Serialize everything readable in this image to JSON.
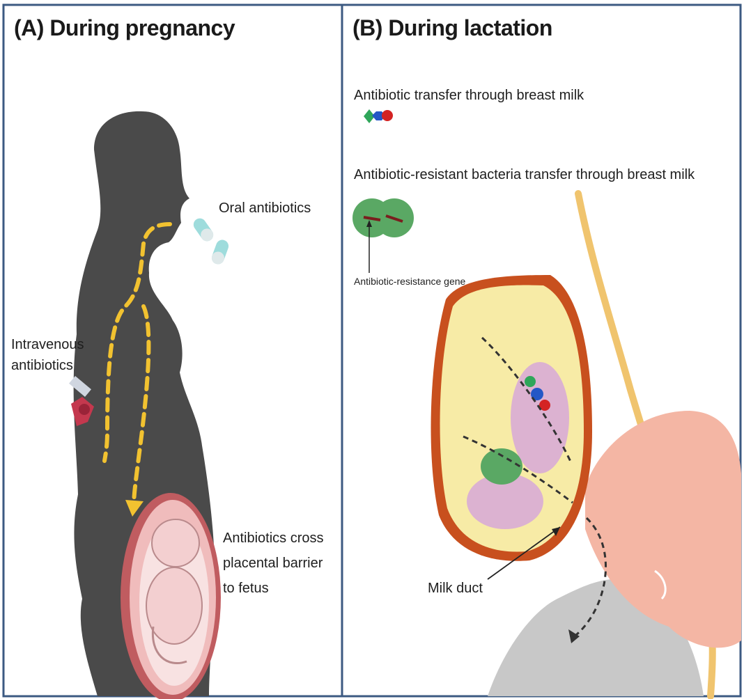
{
  "panels": {
    "pregnancy": {
      "title": "(A) During pregnancy",
      "labels": {
        "oral": "Oral antibiotics",
        "iv_line1": "Intravenous",
        "iv_line2": "antibiotics",
        "cross_line1": "Antibiotics cross",
        "cross_line2": "placental barrier",
        "cross_line3": "to fetus"
      }
    },
    "lactation": {
      "title": "(B) During lactation",
      "labels": {
        "transfer_milk": "Antibiotic transfer through breast milk",
        "resistant_transfer": "Antibiotic-resistant bacteria transfer through breast milk",
        "resistance_gene": "Antibiotic-resistance gene",
        "milk_duct": "Milk duct"
      }
    }
  },
  "colors": {
    "border": "#3c5a82",
    "silhouette": "#4a4a4a",
    "pathway": "#f2c230",
    "breast_tissue": "#f7eba6",
    "breast_edge": "#c8501e",
    "lobules": "#d7a8d8",
    "baby_skin": "#f4b6a4",
    "blanket": "#c8c8c8",
    "bacteria": "#5aa864",
    "antibiotic_green": "#2fa65a",
    "antibiotic_blue": "#2457c6",
    "antibiotic_red": "#d42323",
    "cord": "#f0c46e"
  },
  "icons": [
    "pill-icon",
    "syringe-icon",
    "fetus-icon",
    "antibiotic-molecules-icon",
    "bacteria-icon"
  ]
}
